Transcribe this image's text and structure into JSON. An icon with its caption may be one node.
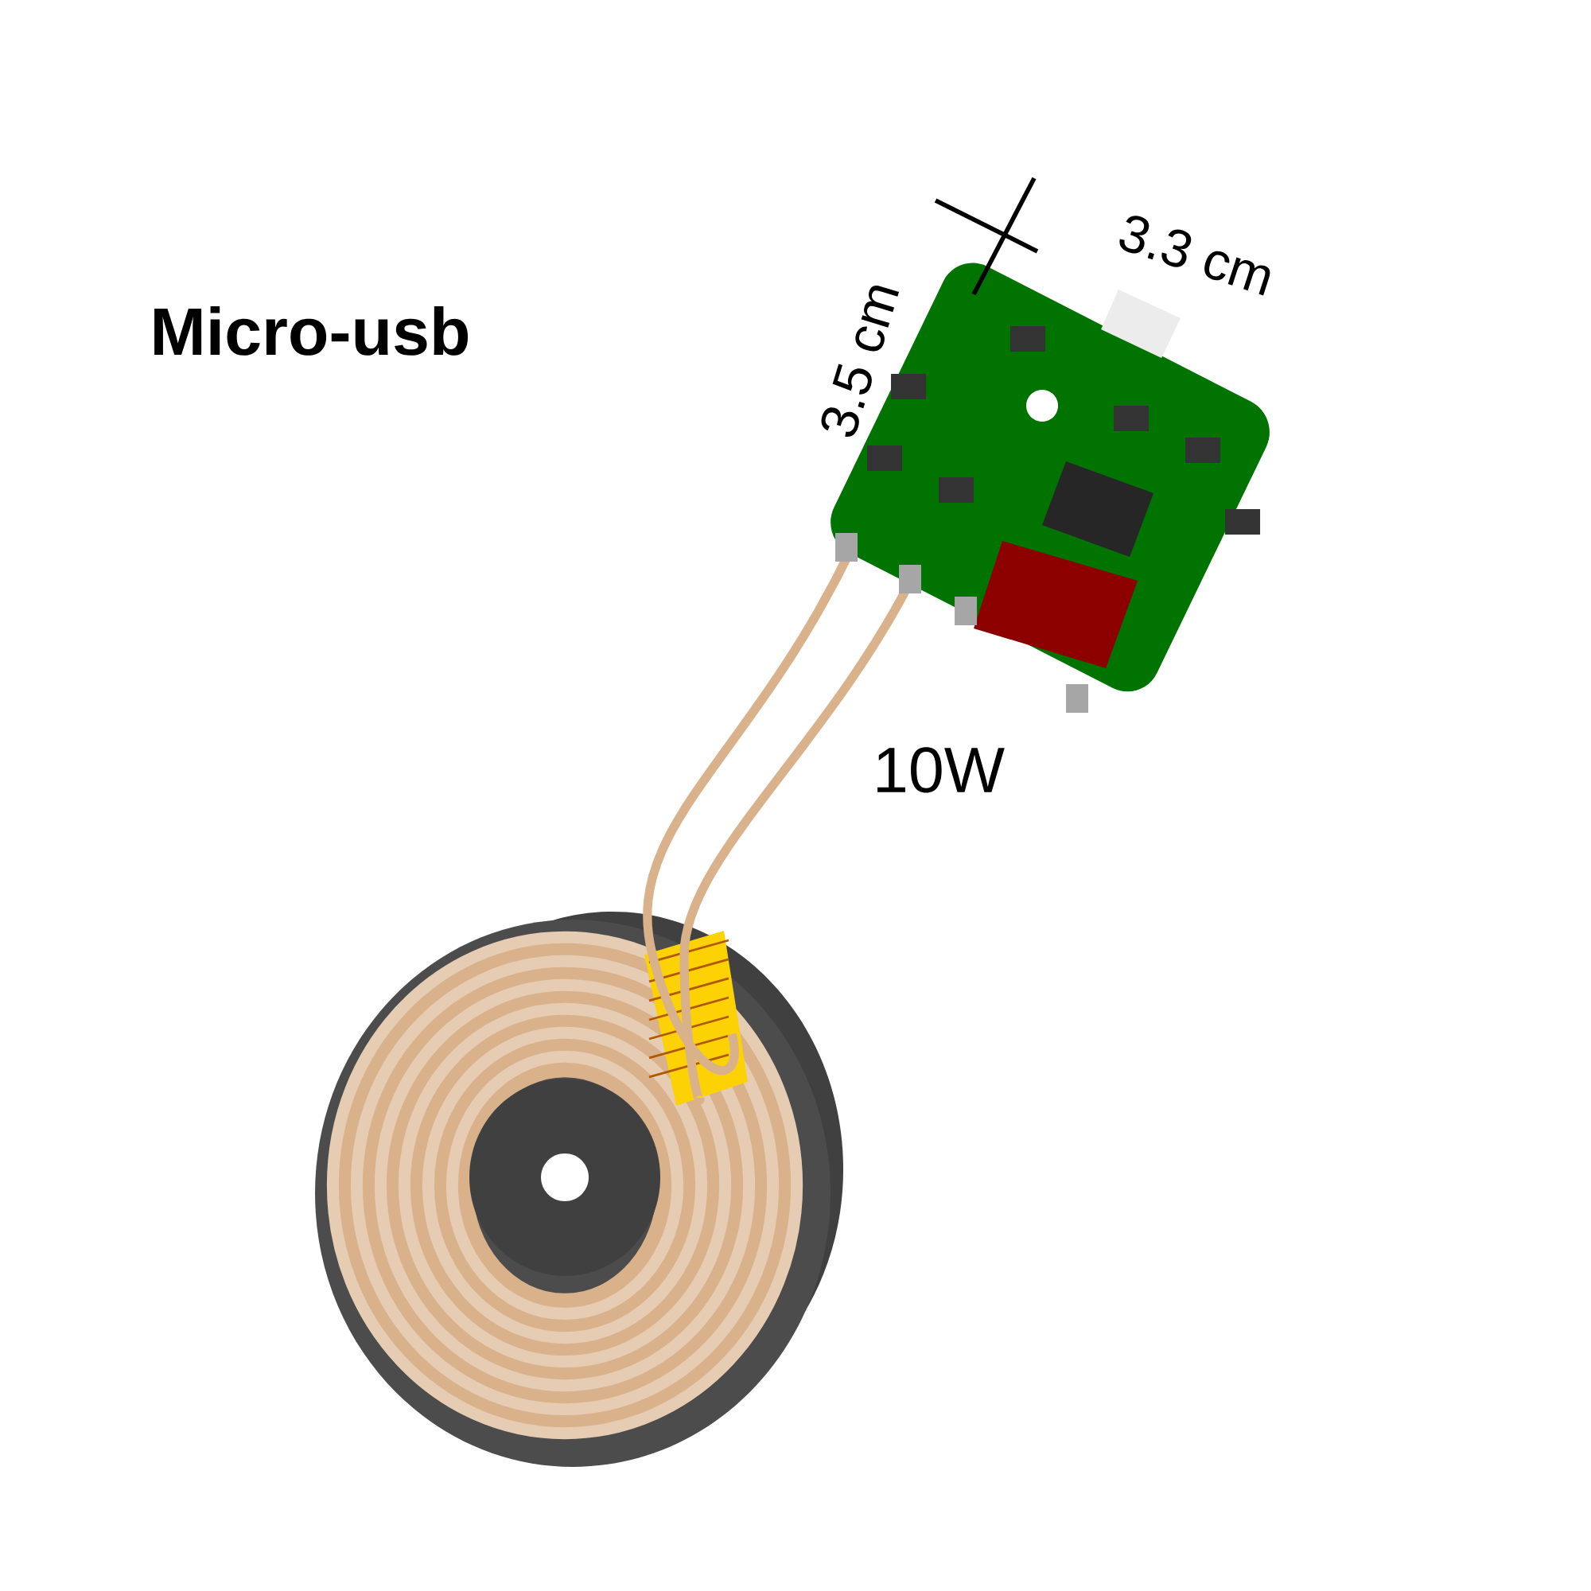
{
  "diagram": {
    "labels": [
      "Micro-usb",
      "3.3 cm",
      "3.5 cm",
      "10W"
    ]
  }
}
